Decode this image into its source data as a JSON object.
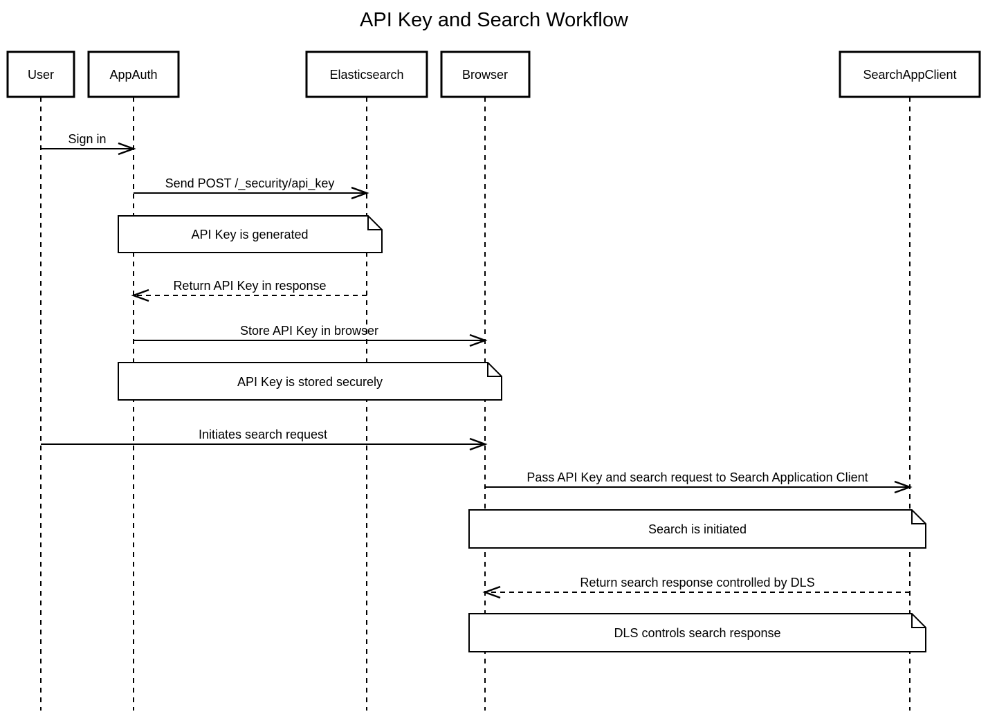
{
  "title": "API Key and Search Workflow",
  "diagram_type": "sequence-diagram",
  "colors": {
    "stroke": "#000000",
    "background": "#ffffff",
    "note_fill": "#ffffff"
  },
  "actors": [
    {
      "label": "User"
    },
    {
      "label": "AppAuth"
    },
    {
      "label": "Elasticsearch"
    },
    {
      "label": "Browser"
    },
    {
      "label": "SearchAppClient"
    }
  ],
  "messages": [
    {
      "label": "Sign in",
      "from": "User",
      "to": "AppAuth",
      "line": "solid"
    },
    {
      "label": "Send POST /_security/api_key",
      "from": "AppAuth",
      "to": "Elasticsearch",
      "line": "solid"
    },
    {
      "label": "Return API Key in response",
      "from": "Elasticsearch",
      "to": "AppAuth",
      "line": "dashed"
    },
    {
      "label": "Store API Key in browser",
      "from": "AppAuth",
      "to": "Browser",
      "line": "solid"
    },
    {
      "label": "Initiates search request",
      "from": "User",
      "to": "Browser",
      "line": "solid"
    },
    {
      "label": "Pass API Key and search request to Search Application Client",
      "from": "Browser",
      "to": "SearchAppClient",
      "line": "solid"
    },
    {
      "label": "Return search response controlled by DLS",
      "from": "SearchAppClient",
      "to": "Browser",
      "line": "dashed"
    }
  ],
  "notes": [
    {
      "label": "API Key is generated",
      "over": "AppAuth, Elasticsearch"
    },
    {
      "label": "API Key is stored securely",
      "over": "AppAuth, Browser"
    },
    {
      "label": "Search is initiated",
      "over": "Browser, SearchAppClient"
    },
    {
      "label": "DLS controls search response",
      "over": "Browser, SearchAppClient"
    }
  ]
}
